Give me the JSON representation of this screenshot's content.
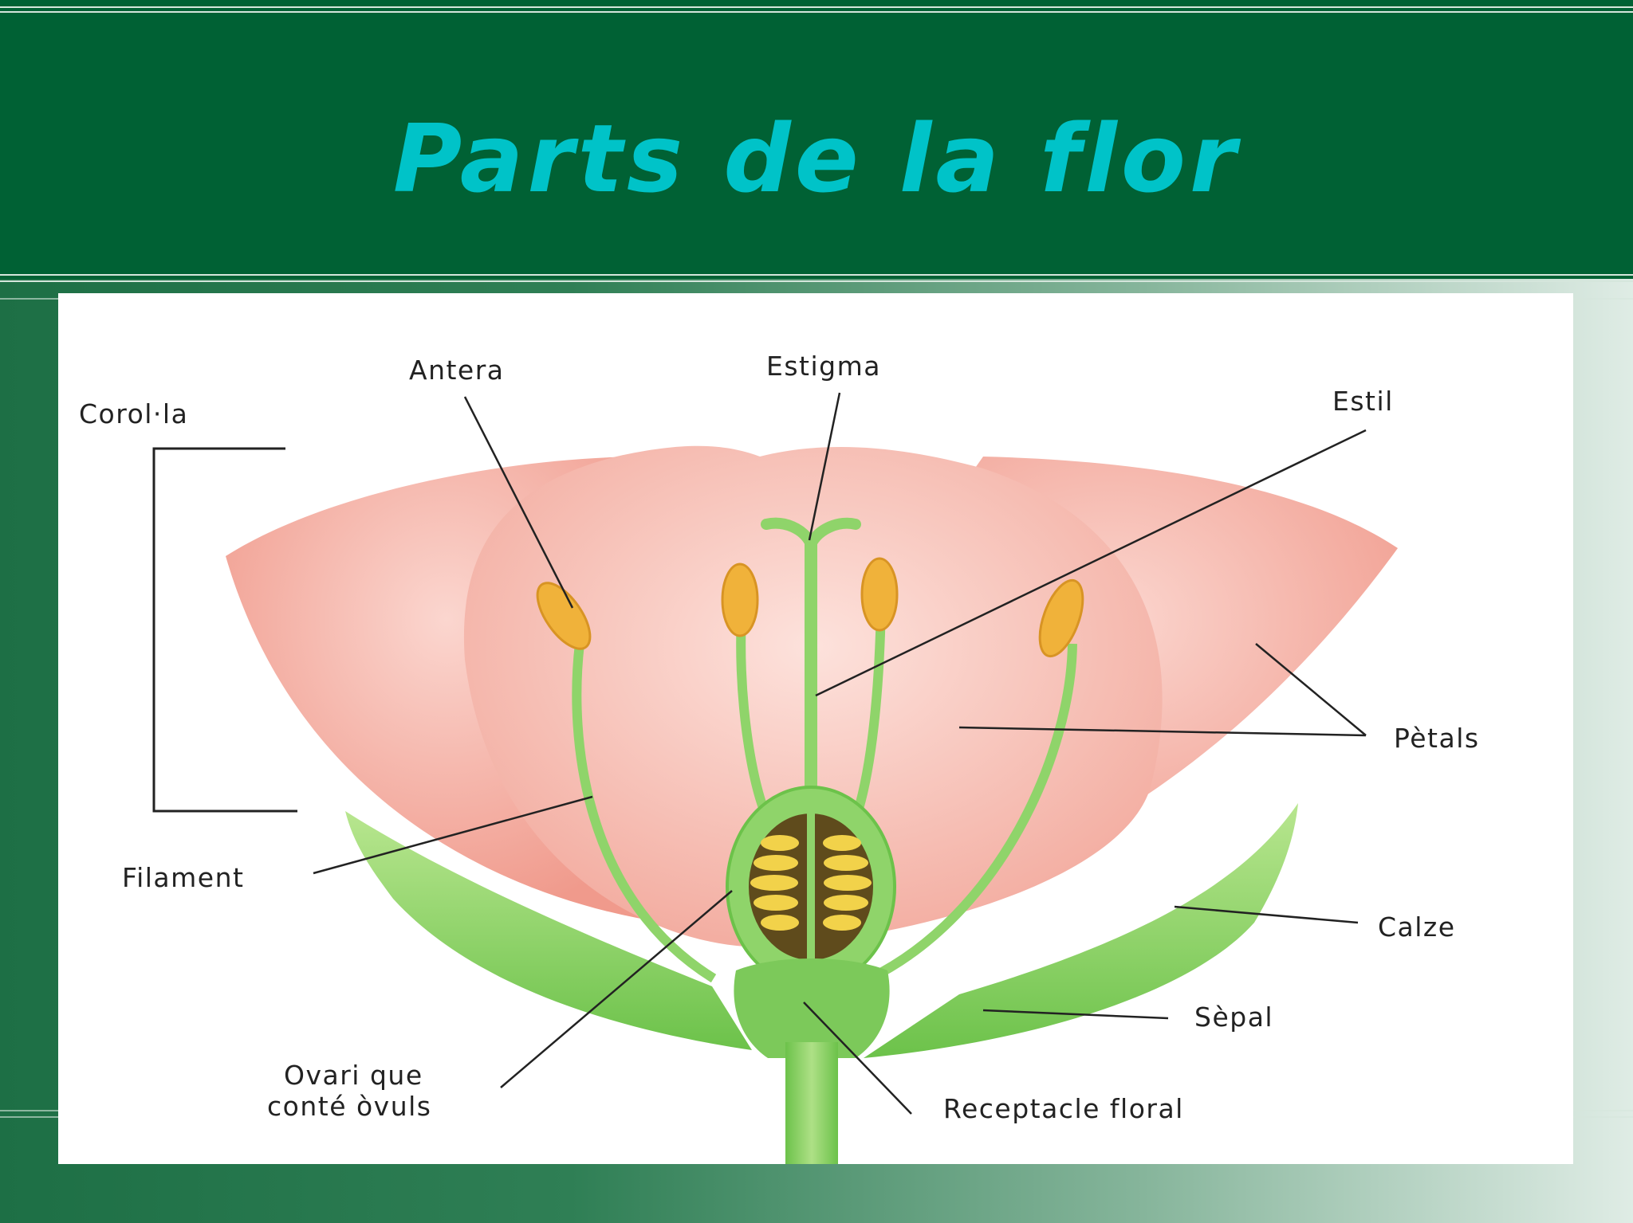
{
  "slide": {
    "title": "Parts de la flor"
  },
  "labels": {
    "antera": "Antera",
    "estigma": "Estigma",
    "estil": "Estil",
    "corolla": "Corol·la",
    "petals": "Pètals",
    "filament": "Filament",
    "calze": "Calze",
    "sepal": "Sèpal",
    "ovari_line1": "Ovari que",
    "ovari_line2": "conté òvuls",
    "receptacle": "Receptacle floral"
  },
  "colors": {
    "header_bg": "#006134",
    "title_color": "#00c3c8",
    "petal": "#f3a99c",
    "petal_light": "#fbd6cf",
    "green": "#8fd46a",
    "anther": "#f0b23a"
  }
}
